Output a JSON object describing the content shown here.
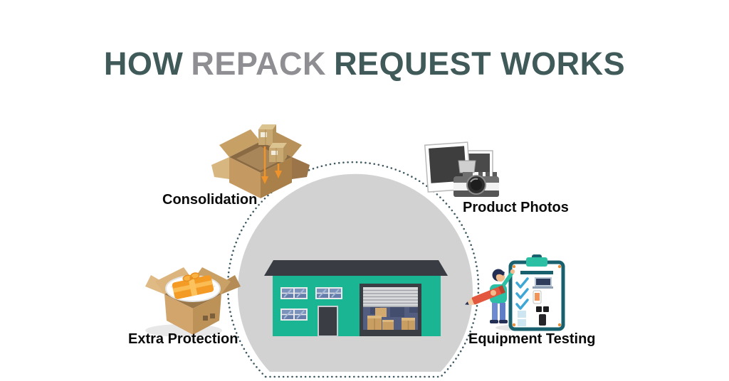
{
  "title": {
    "part1": "HOW",
    "part2": "REPACK",
    "part3": "REQUEST WORKS"
  },
  "center": {
    "icon": "warehouse-icon",
    "description": "warehouse building inside gray circle with dotted outline"
  },
  "steps": [
    {
      "label": "Consolidation",
      "icon": "stacking-boxes-icon",
      "position": "top-left"
    },
    {
      "label": "Product Photos",
      "icon": "camera-photo-icon",
      "position": "top-right"
    },
    {
      "label": "Extra Protection",
      "icon": "padded-box-icon",
      "position": "bottom-left"
    },
    {
      "label": "Equipment Testing",
      "icon": "checklist-person-icon",
      "position": "bottom-right"
    }
  ],
  "colors": {
    "title_dark": "#405a5a",
    "title_gray": "#8e8e93",
    "label_text": "#0a0a0a",
    "dotted_ring": "#3f5a63",
    "circle_fill": "#d2d2d2",
    "building_teal": "#1ab593",
    "roof_dark": "#393d43",
    "cardboard_tan": "#c49a62",
    "arrow_orange": "#f0932a",
    "clipboard_teal": "#19606f",
    "check_blue": "#3fa7d6",
    "pencil_red": "#e2573d"
  }
}
